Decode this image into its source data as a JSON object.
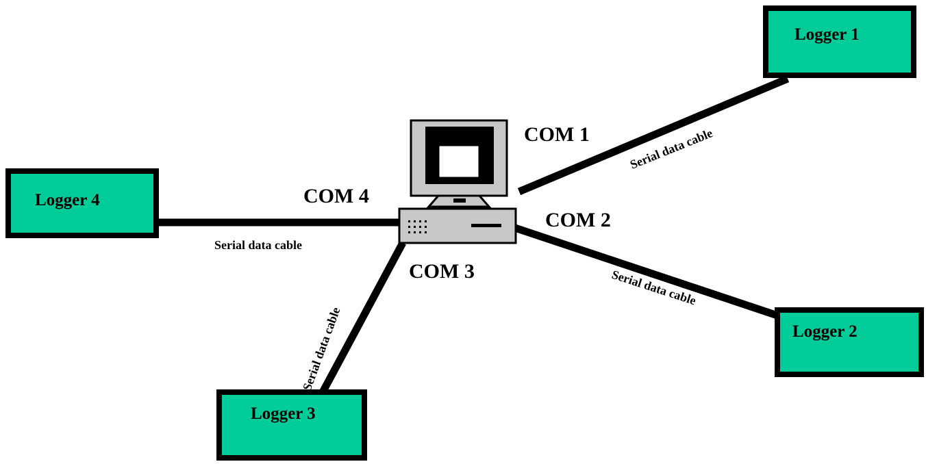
{
  "colors": {
    "logger_fill": "#00cc99",
    "line": "#000000",
    "computer_body": "#c8c8c8",
    "screen": "#ffffff"
  },
  "loggers": [
    {
      "id": "logger-1",
      "label": "Logger 1"
    },
    {
      "id": "logger-2",
      "label": "Logger 2"
    },
    {
      "id": "logger-3",
      "label": "Logger 3"
    },
    {
      "id": "logger-4",
      "label": "Logger 4"
    }
  ],
  "ports": [
    {
      "id": "com-1",
      "label": "COM 1"
    },
    {
      "id": "com-2",
      "label": "COM 2"
    },
    {
      "id": "com-3",
      "label": "COM 3"
    },
    {
      "id": "com-4",
      "label": "COM 4"
    }
  ],
  "cables": [
    {
      "id": "cable-1",
      "label": "Serial data cable"
    },
    {
      "id": "cable-2",
      "label": "Serial data cable"
    },
    {
      "id": "cable-3",
      "label": "Serial data cable"
    },
    {
      "id": "cable-4",
      "label": "Serial data cable"
    }
  ],
  "computer": {
    "icon": "desktop-computer-icon"
  }
}
